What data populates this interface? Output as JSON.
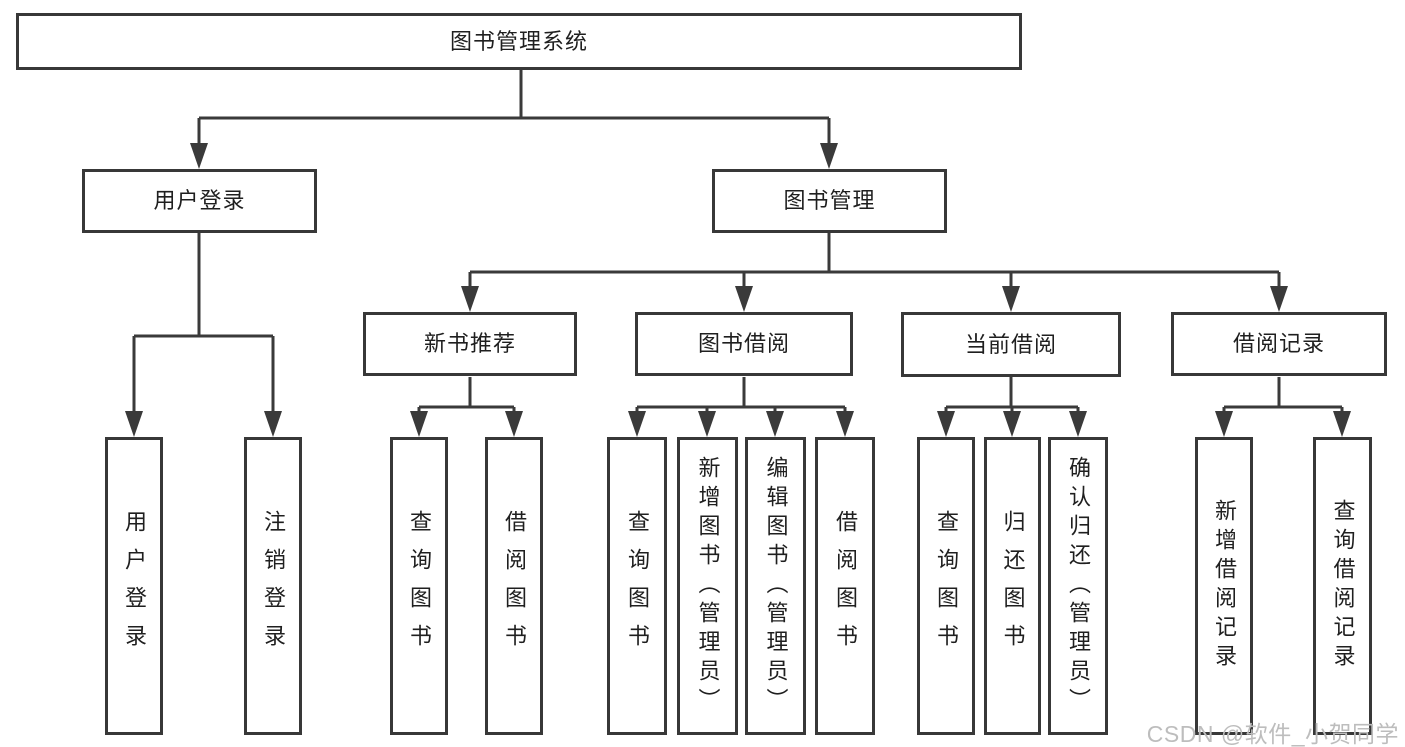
{
  "diagram_type": "hierarchy-tree",
  "colors": {
    "background": "#ffffff",
    "line": "#3a3a3a",
    "box_border": "#383838",
    "box_fill": "#ffffff",
    "text": "#1f1f1f",
    "watermark": "#bdbdbd"
  },
  "tree": {
    "root": {
      "label": "图书管理系统",
      "children": [
        {
          "label": "用户登录",
          "children": [
            {
              "label": "用户登录"
            },
            {
              "label": "注销登录"
            }
          ]
        },
        {
          "label": "图书管理",
          "children": [
            {
              "label": "新书推荐",
              "children": [
                {
                  "label": "查询图书"
                },
                {
                  "label": "借阅图书"
                }
              ]
            },
            {
              "label": "图书借阅",
              "children": [
                {
                  "label": "查询图书"
                },
                {
                  "label": "新增图书（管理员）"
                },
                {
                  "label": "编辑图书（管理员）"
                },
                {
                  "label": "借阅图书"
                }
              ]
            },
            {
              "label": "当前借阅",
              "children": [
                {
                  "label": "查询图书"
                },
                {
                  "label": "归还图书"
                },
                {
                  "label": "确认归还（管理员）"
                }
              ]
            },
            {
              "label": "借阅记录",
              "children": [
                {
                  "label": "新增借阅记录"
                },
                {
                  "label": "查询借阅记录"
                }
              ]
            }
          ]
        }
      ]
    }
  },
  "watermark": {
    "text": "CSDN @软件_小贺同学"
  }
}
